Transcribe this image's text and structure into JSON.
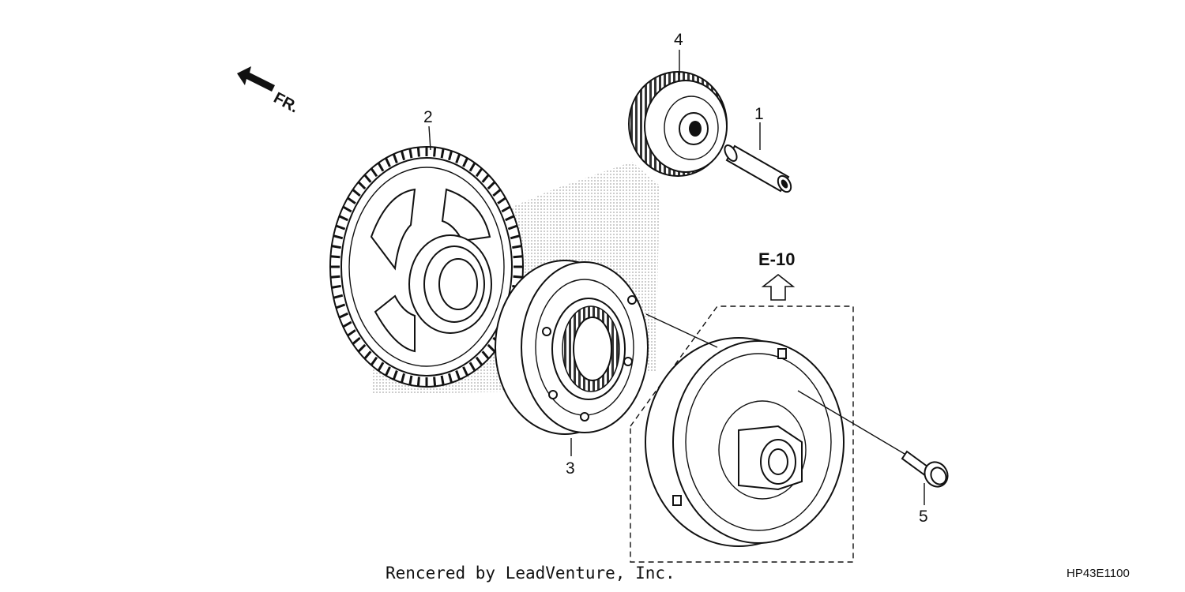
{
  "direction_label": "FR.",
  "reference": {
    "label": "E-10"
  },
  "parts": [
    {
      "number": "1",
      "name_icon": "pin-icon"
    },
    {
      "number": "2",
      "name_icon": "driven-gear-icon"
    },
    {
      "number": "3",
      "name_icon": "one-way-clutch-icon"
    },
    {
      "number": "4",
      "name_icon": "idle-gear-icon"
    },
    {
      "number": "5",
      "name_icon": "bolt-icon"
    }
  ],
  "footer": {
    "credit": "Rencered by LeadVenture, Inc.",
    "diagram_code": "HP43E1100"
  },
  "colors": {
    "line": "#111111",
    "shade": "#bdbdbd",
    "background": "#ffffff"
  }
}
